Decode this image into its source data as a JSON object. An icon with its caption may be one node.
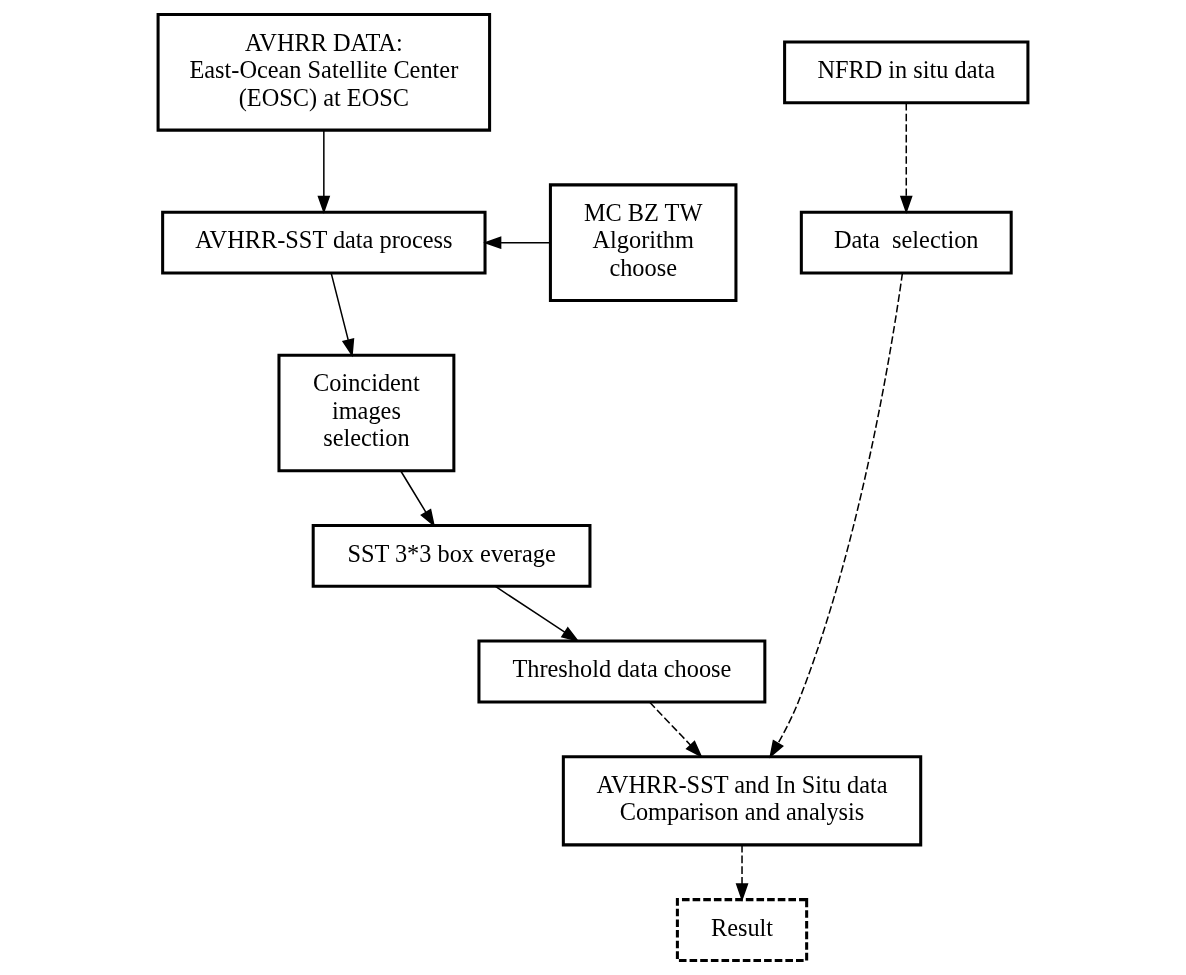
{
  "diagram": {
    "nodes": [
      {
        "text": [
          "AVHRR DATA:",
          "East-Ocean Satellite Center (EOSC) at EOSC"
        ]
      },
      {
        "text": [
          "MC BZ TW Algorithm choose"
        ]
      },
      {
        "text": [
          "AVHRR-SST data process"
        ]
      },
      {
        "text": [
          "Coincident images selection"
        ]
      },
      {
        "text": [
          "SST 3*3 box everage"
        ]
      },
      {
        "text": [
          "Threshold data choose"
        ]
      },
      {
        "text": [
          "NFRD in situ data"
        ]
      },
      {
        "text": [
          "Data  selection"
        ]
      },
      {
        "text": [
          "AVHRR-SST and In Situ data Comparison and analysis"
        ]
      },
      {
        "text": [
          "Result"
        ]
      }
    ],
    "edges": [
      {
        "from": 0,
        "to": 2,
        "arrow": "to"
      },
      {
        "from": 1,
        "to": 2,
        "arrow": "to"
      },
      {
        "from": 2,
        "to": 3,
        "arrow": "to"
      },
      {
        "from": 3,
        "to": 4,
        "arrow": "to"
      },
      {
        "from": 4,
        "to": 5,
        "arrow": "to"
      },
      {
        "from": 5,
        "to": 8,
        "arrow": "to",
        "style": "dashed"
      },
      {
        "from": 6,
        "to": 7,
        "arrow": "to",
        "style": "dashed"
      },
      {
        "from": 7,
        "to": 8,
        "arrow": "to",
        "style": "dashed"
      },
      {
        "from": 8,
        "to": 9,
        "arrow": "to",
        "style": "dashed"
      }
    ]
  }
}
